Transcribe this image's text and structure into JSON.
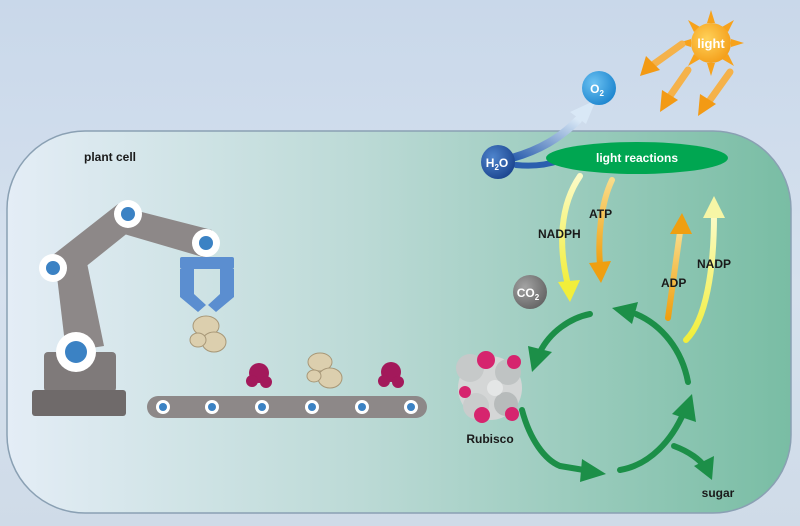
{
  "labels": {
    "plant_cell": "plant cell",
    "light": "light",
    "o2_main": "O",
    "o2_sub": "2",
    "h2o_h": "H",
    "h2o_sub": "2",
    "h2o_o": "O",
    "light_reactions": "light reactions",
    "nadph": "NADPH",
    "atp": "ATP",
    "adp": "ADP",
    "nadp": "NADP",
    "co2_main": "CO",
    "co2_sub": "2",
    "rubisco": "Rubisco",
    "sugar": "sugar"
  },
  "colors": {
    "cell_fill_left": "#e3ecf5",
    "cell_fill_right": "#7fc0a8",
    "light_reactions": "#00a651",
    "cycle_green": "#1c8f48",
    "yellow_arrow": "#f2f25a",
    "orange_arrow": "#f0a81c",
    "sun": "#f7a21b",
    "o2_bubble": "#2d9be0",
    "h2o_bubble": "#2b5fae",
    "co2_bubble": "#7a7a7a",
    "robot": "#8d8888",
    "rubisco_pink": "#d6246e"
  },
  "icons": [
    "sun-icon",
    "robot-arm-icon",
    "conveyor-belt-icon",
    "rubisco-protein-icon",
    "molecule-icon"
  ]
}
